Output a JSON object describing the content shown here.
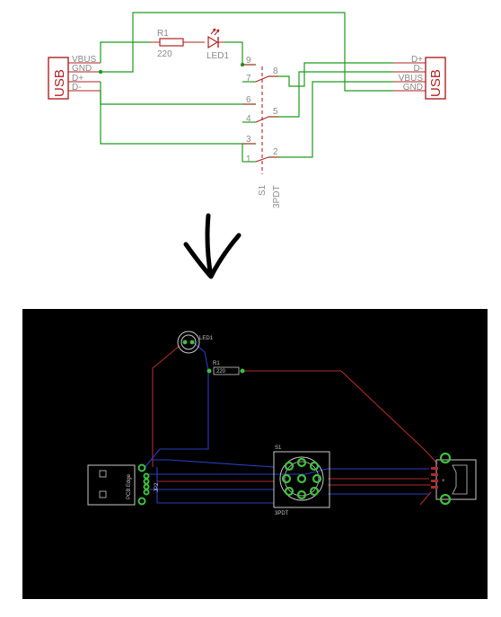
{
  "schematic": {
    "left_connector": {
      "label": "USB",
      "pins": [
        "VBUS",
        "GND",
        "D+",
        "D-"
      ]
    },
    "right_connector": {
      "label": "USB",
      "pins": [
        "D+",
        "D-",
        "VBUS",
        "GND"
      ]
    },
    "resistor": {
      "name": "R1",
      "value": "220"
    },
    "led": {
      "name": "LED1"
    },
    "switch": {
      "name": "S1",
      "type": "3PDT",
      "pins": [
        "1",
        "2",
        "3",
        "4",
        "5",
        "6",
        "7",
        "8",
        "9"
      ]
    }
  },
  "pcb": {
    "led_label": "LED1",
    "resistor_name": "R1",
    "resistor_value": "220",
    "switch_name": "S1",
    "switch_type": "3PDT",
    "pcb_edge_label": "PCB Edge",
    "jp_label": "JP2"
  },
  "colors": {
    "schematic_wire": "#1f9a1f",
    "schematic_part": "#b22222",
    "schematic_text": "#8a8a8a",
    "pcb_background": "#000000",
    "pcb_top_trace": "#b02a2a",
    "pcb_bottom_trace": "#2a3fc0",
    "pcb_pad": "#3fbf3f",
    "pcb_silkscreen": "#c8c8c8",
    "arrow": "#000000"
  }
}
